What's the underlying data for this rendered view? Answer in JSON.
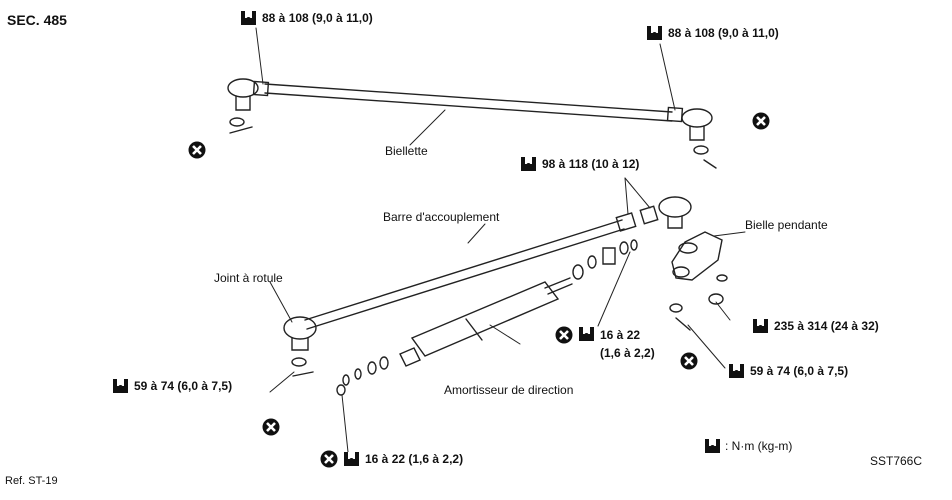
{
  "header": {
    "section": "SEC. 485"
  },
  "parts": {
    "biellette": "Biellette",
    "barre": "Barre d'accouplement",
    "joint": "Joint à rotule",
    "bielle": "Bielle pendante",
    "amortisseur": "Amortisseur de direction"
  },
  "torques": {
    "t1": "88 à 108 (9,0 à 11,0)",
    "t2": "88 à 108 (9,0 à 11,0)",
    "t3": "98 à 118 (10 à 12)",
    "t4_line1": "16 à 22",
    "t4_line2": "(1,6 à 2,2)",
    "t5": "235 à 314 (24 à 32)",
    "t6": "59 à 74 (6,0 à 7,5)",
    "t7": "59 à 74 (6,0 à 7,5)",
    "t8": "16 à 22 (1,6 à 2,2)"
  },
  "legend": {
    "text": ": N·m (kg-m)"
  },
  "footer": {
    "code": "SST766C",
    "ref": "Ref. ST-19"
  }
}
